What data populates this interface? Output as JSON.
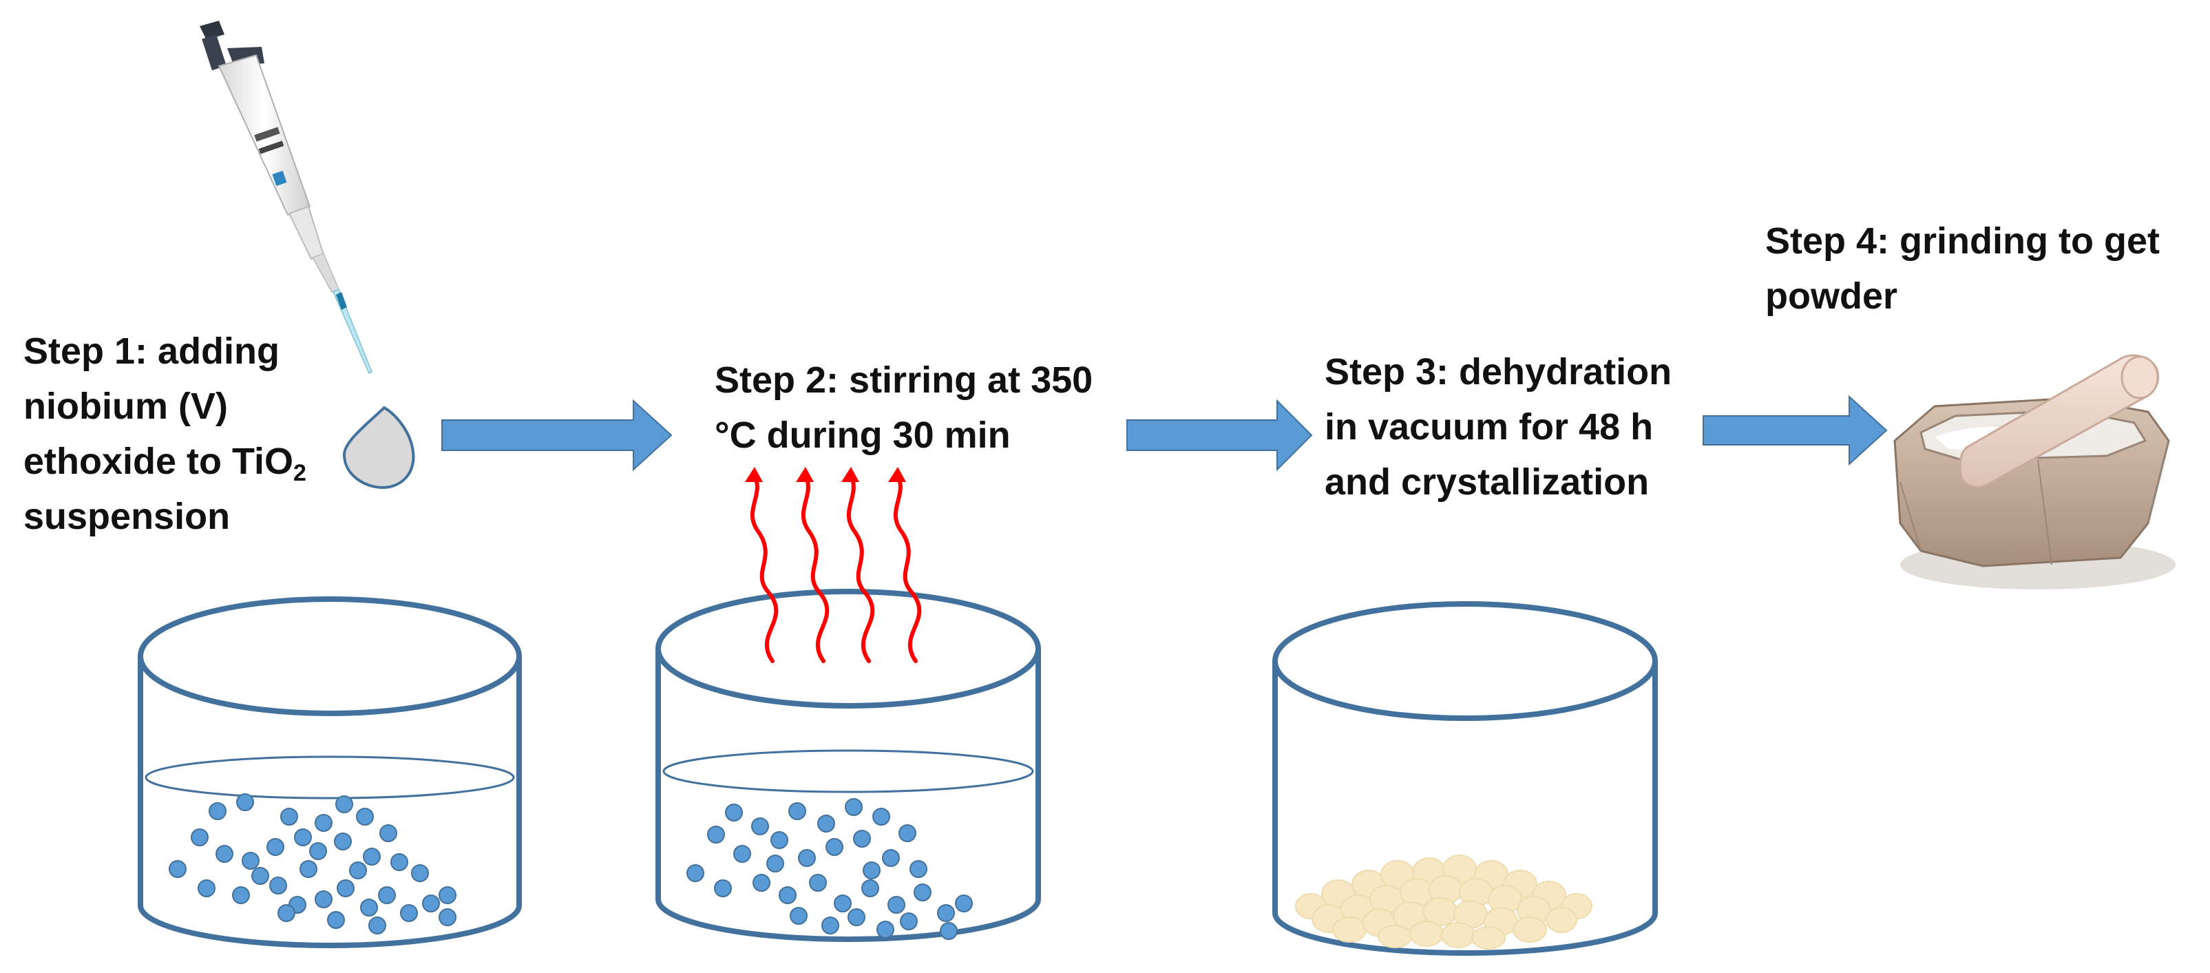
{
  "steps": [
    {
      "lines": [
        "Step 1: adding",
        "niobium (V)",
        "ethoxide to TiO",
        "suspension"
      ],
      "subscript": "2"
    },
    {
      "lines": [
        "Step 2: stirring at 350",
        "°C during 30 min"
      ]
    },
    {
      "lines": [
        "Step 3: dehydration",
        "in vacuum for 48 h",
        "and crystallization"
      ]
    },
    {
      "lines": [
        "Step 4: grinding to get",
        "powder"
      ]
    }
  ],
  "colors": {
    "arrow": "#5b9bd5",
    "beaker_outline": "#41719c",
    "particles": "#5b9bd5",
    "heat_waves": "#ff0000",
    "crystals": "#f7e7c2",
    "droplet": "#d9d9d9"
  },
  "icons": [
    "pipette-icon",
    "droplet-icon",
    "heat-waves-icon",
    "mortar-pestle-icon"
  ]
}
